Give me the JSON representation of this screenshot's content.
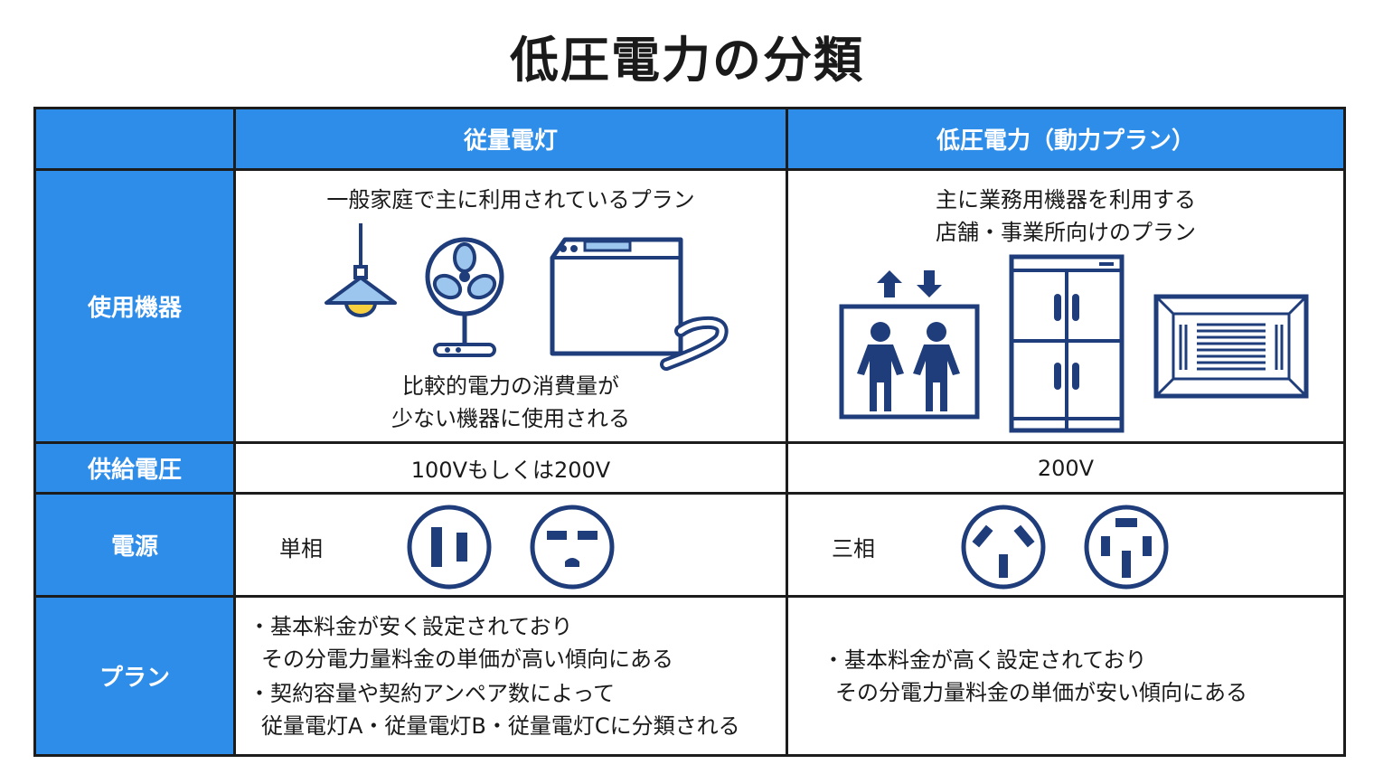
{
  "title": "低圧電力の分類",
  "columns": {
    "col1": "従量電灯",
    "col2": "低圧電力（動力プラン）"
  },
  "rows": {
    "equipment": {
      "label": "使用機器",
      "col1_top": "一般家庭で主に利用されているプラン",
      "col1_bottom_1": "比較的電力の消費量が",
      "col1_bottom_2": "少ない機器に使用される",
      "col2_top_1": "主に業務用機器を利用する",
      "col2_top_2": "店舗・事業所向けのプラン"
    },
    "voltage": {
      "label": "供給電圧",
      "col1": "100Vもしくは200V",
      "col2": "200V"
    },
    "power": {
      "label": "電源",
      "col1": "単相",
      "col2": "三相"
    },
    "plan": {
      "label": "プラン",
      "col1": [
        {
          "line1": "・基本料金が安く設定されており",
          "line2": "その分電力量料金の単価が高い傾向にある"
        },
        {
          "line1": "・契約容量や契約アンペア数によって",
          "line2": "従量電灯A・従量電灯B・従量電灯Cに分類される"
        }
      ],
      "col2": [
        {
          "line1": "・基本料金が高く設定されており",
          "line2": "その分電力量料金の単価が安い傾向にある"
        }
      ]
    }
  },
  "icons": {
    "col1": [
      "pendant-lamp-icon",
      "electric-fan-icon",
      "washing-machine-icon"
    ],
    "col2": [
      "elevator-icon",
      "commercial-refrigerator-icon",
      "ceiling-air-conditioner-icon"
    ],
    "outlets_single": [
      "two-slot-outlet-icon",
      "face-outlet-icon"
    ],
    "outlets_three": [
      "three-phase-outlet-icon",
      "three-phase-outlet-alt-icon"
    ]
  },
  "colors": {
    "header_blue": "#2e8de9",
    "icon_navy": "#1f3d7a",
    "icon_light_blue": "#9cc6ee",
    "lamp_yellow": "#f7cf3f"
  }
}
